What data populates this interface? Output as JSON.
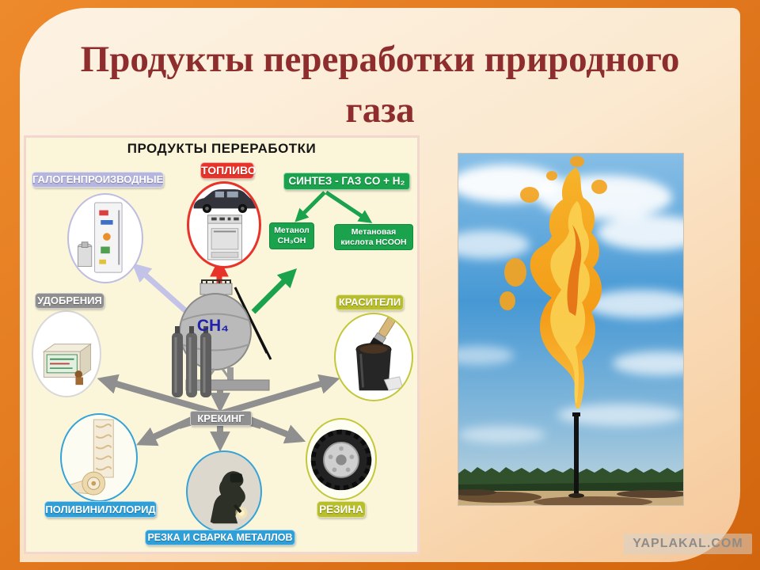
{
  "slide": {
    "title": {
      "line1": "Продукты переработки природного",
      "line2": "газа"
    },
    "watermark": "YAPLAKAL.COM"
  },
  "diagram": {
    "header": "ПРОДУКТЫ ПЕРЕРАБОТКИ",
    "tank_formula": "CH₄",
    "labels": {
      "halogens": "ГАЛОГЕНПРОИЗВОДНЫЕ",
      "fuel": "ТОПЛИВО",
      "syngas": "СИНТЕЗ - ГАЗ  CO + H₂",
      "methanol": {
        "line1": "Метанол",
        "line2": "CH₃OH"
      },
      "methanoic_acid": {
        "line1": "Метановая",
        "line2": "кислота HCOOH"
      },
      "fertilizers": "УДОБРЕНИЯ",
      "dyes": "КРАСИТЕЛИ",
      "cracking": "КРЕКИНГ",
      "pvc": "ПОЛИВИНИЛХЛОРИД",
      "metal_cutting_welding": "РЕЗКА И СВАРКА МЕТАЛЛОВ",
      "rubber": "РЕЗИНА"
    },
    "icons": {
      "halogens": "refrigerator",
      "fuel": "car-and-gas-stove",
      "fertilizers": "fertilizer-box",
      "dyes": "paint-bucket-with-brush",
      "center": "gas-storage-tank",
      "pvc": "pvc-linoleum-roll",
      "metal_cutting_welding": "welder-figure",
      "rubber": "tire"
    }
  },
  "photo": {
    "subject": "gas-flare-over-forest"
  },
  "colors": {
    "background_orange": "#E2791F",
    "panel_cream": "#FCEFDD",
    "title_maroon": "#8E2D2D",
    "diagram_bg": "#FBF5DA",
    "label_lavender": "#B5B5DF",
    "label_red": "#E8332A",
    "label_green": "#1AA24D",
    "label_gray": "#8F8F8F",
    "label_olive": "#B9BE2B",
    "label_blue": "#2E9FD8",
    "arrow_gray": "#8F8F8F",
    "formula_blue": "#2222AA"
  }
}
